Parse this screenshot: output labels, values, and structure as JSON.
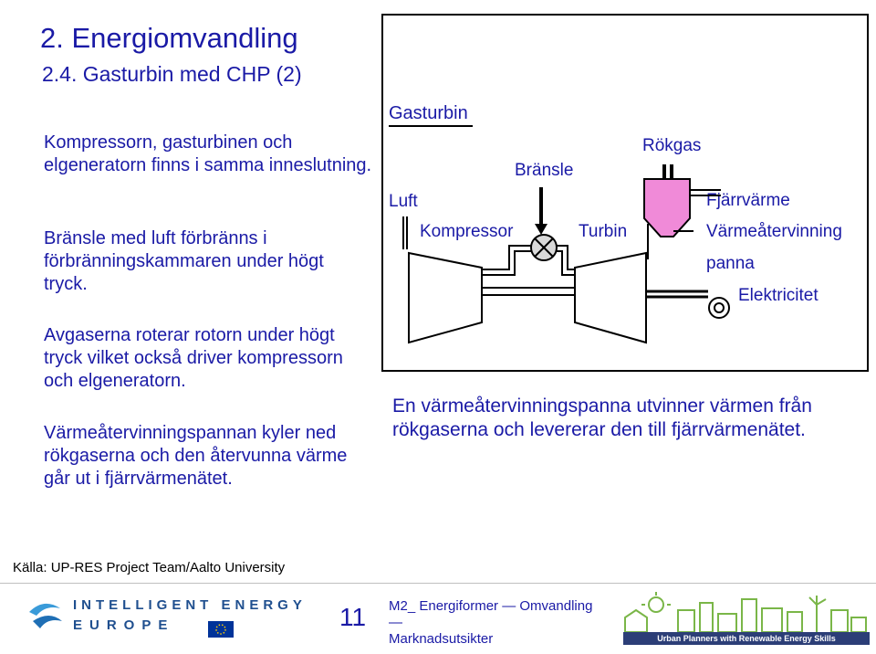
{
  "title": "2.  Energiomvandling",
  "subtitle": "2.4. Gasturbin med CHP (2)",
  "paragraphs": [
    "Kompressorn, gasturbinen och elgeneratorn finns i samma inneslutning.",
    "Bränsle med luft förbränns i förbränningskammaren under högt tryck.",
    "Avgaserna roterar rotorn under högt tryck vilket också driver kompressorn och elgeneratorn.",
    "Värmeåtervinningspannan kyler ned rökgaserna och den återvunna värme går ut i fjärrvärmenätet."
  ],
  "diagram": {
    "heading": "Gasturbin",
    "luft": "Luft",
    "bransle": "Bränsle",
    "rokgas": "Rökgas",
    "kompressor": "Kompressor",
    "turbin": "Turbin",
    "fjarrvarme": "Fjärrvärme",
    "varmeatervinning": "Värmeåtervinning",
    "panna": "panna",
    "elektricitet": "Elektricitet",
    "colors": {
      "boiler": "#f08ad8",
      "machine": "#ffffff",
      "stroke": "#000000"
    }
  },
  "caption": "En värmeåtervinningspanna utvinner värmen från rökgaserna och levererar den till fjärrvärmenätet.",
  "source": "Källa:  UP-RES Project Team/Aalto University",
  "footer": {
    "ie_line1": "INTELLIGENT ENERGY",
    "ie_line2": "EUROPE",
    "page_number": "11",
    "module_line1": "M2_ Energiformer — Omvandling —",
    "module_line2": "Marknadsutsikter",
    "upres_tagline": "Urban Planners with Renewable Energy Skills"
  }
}
